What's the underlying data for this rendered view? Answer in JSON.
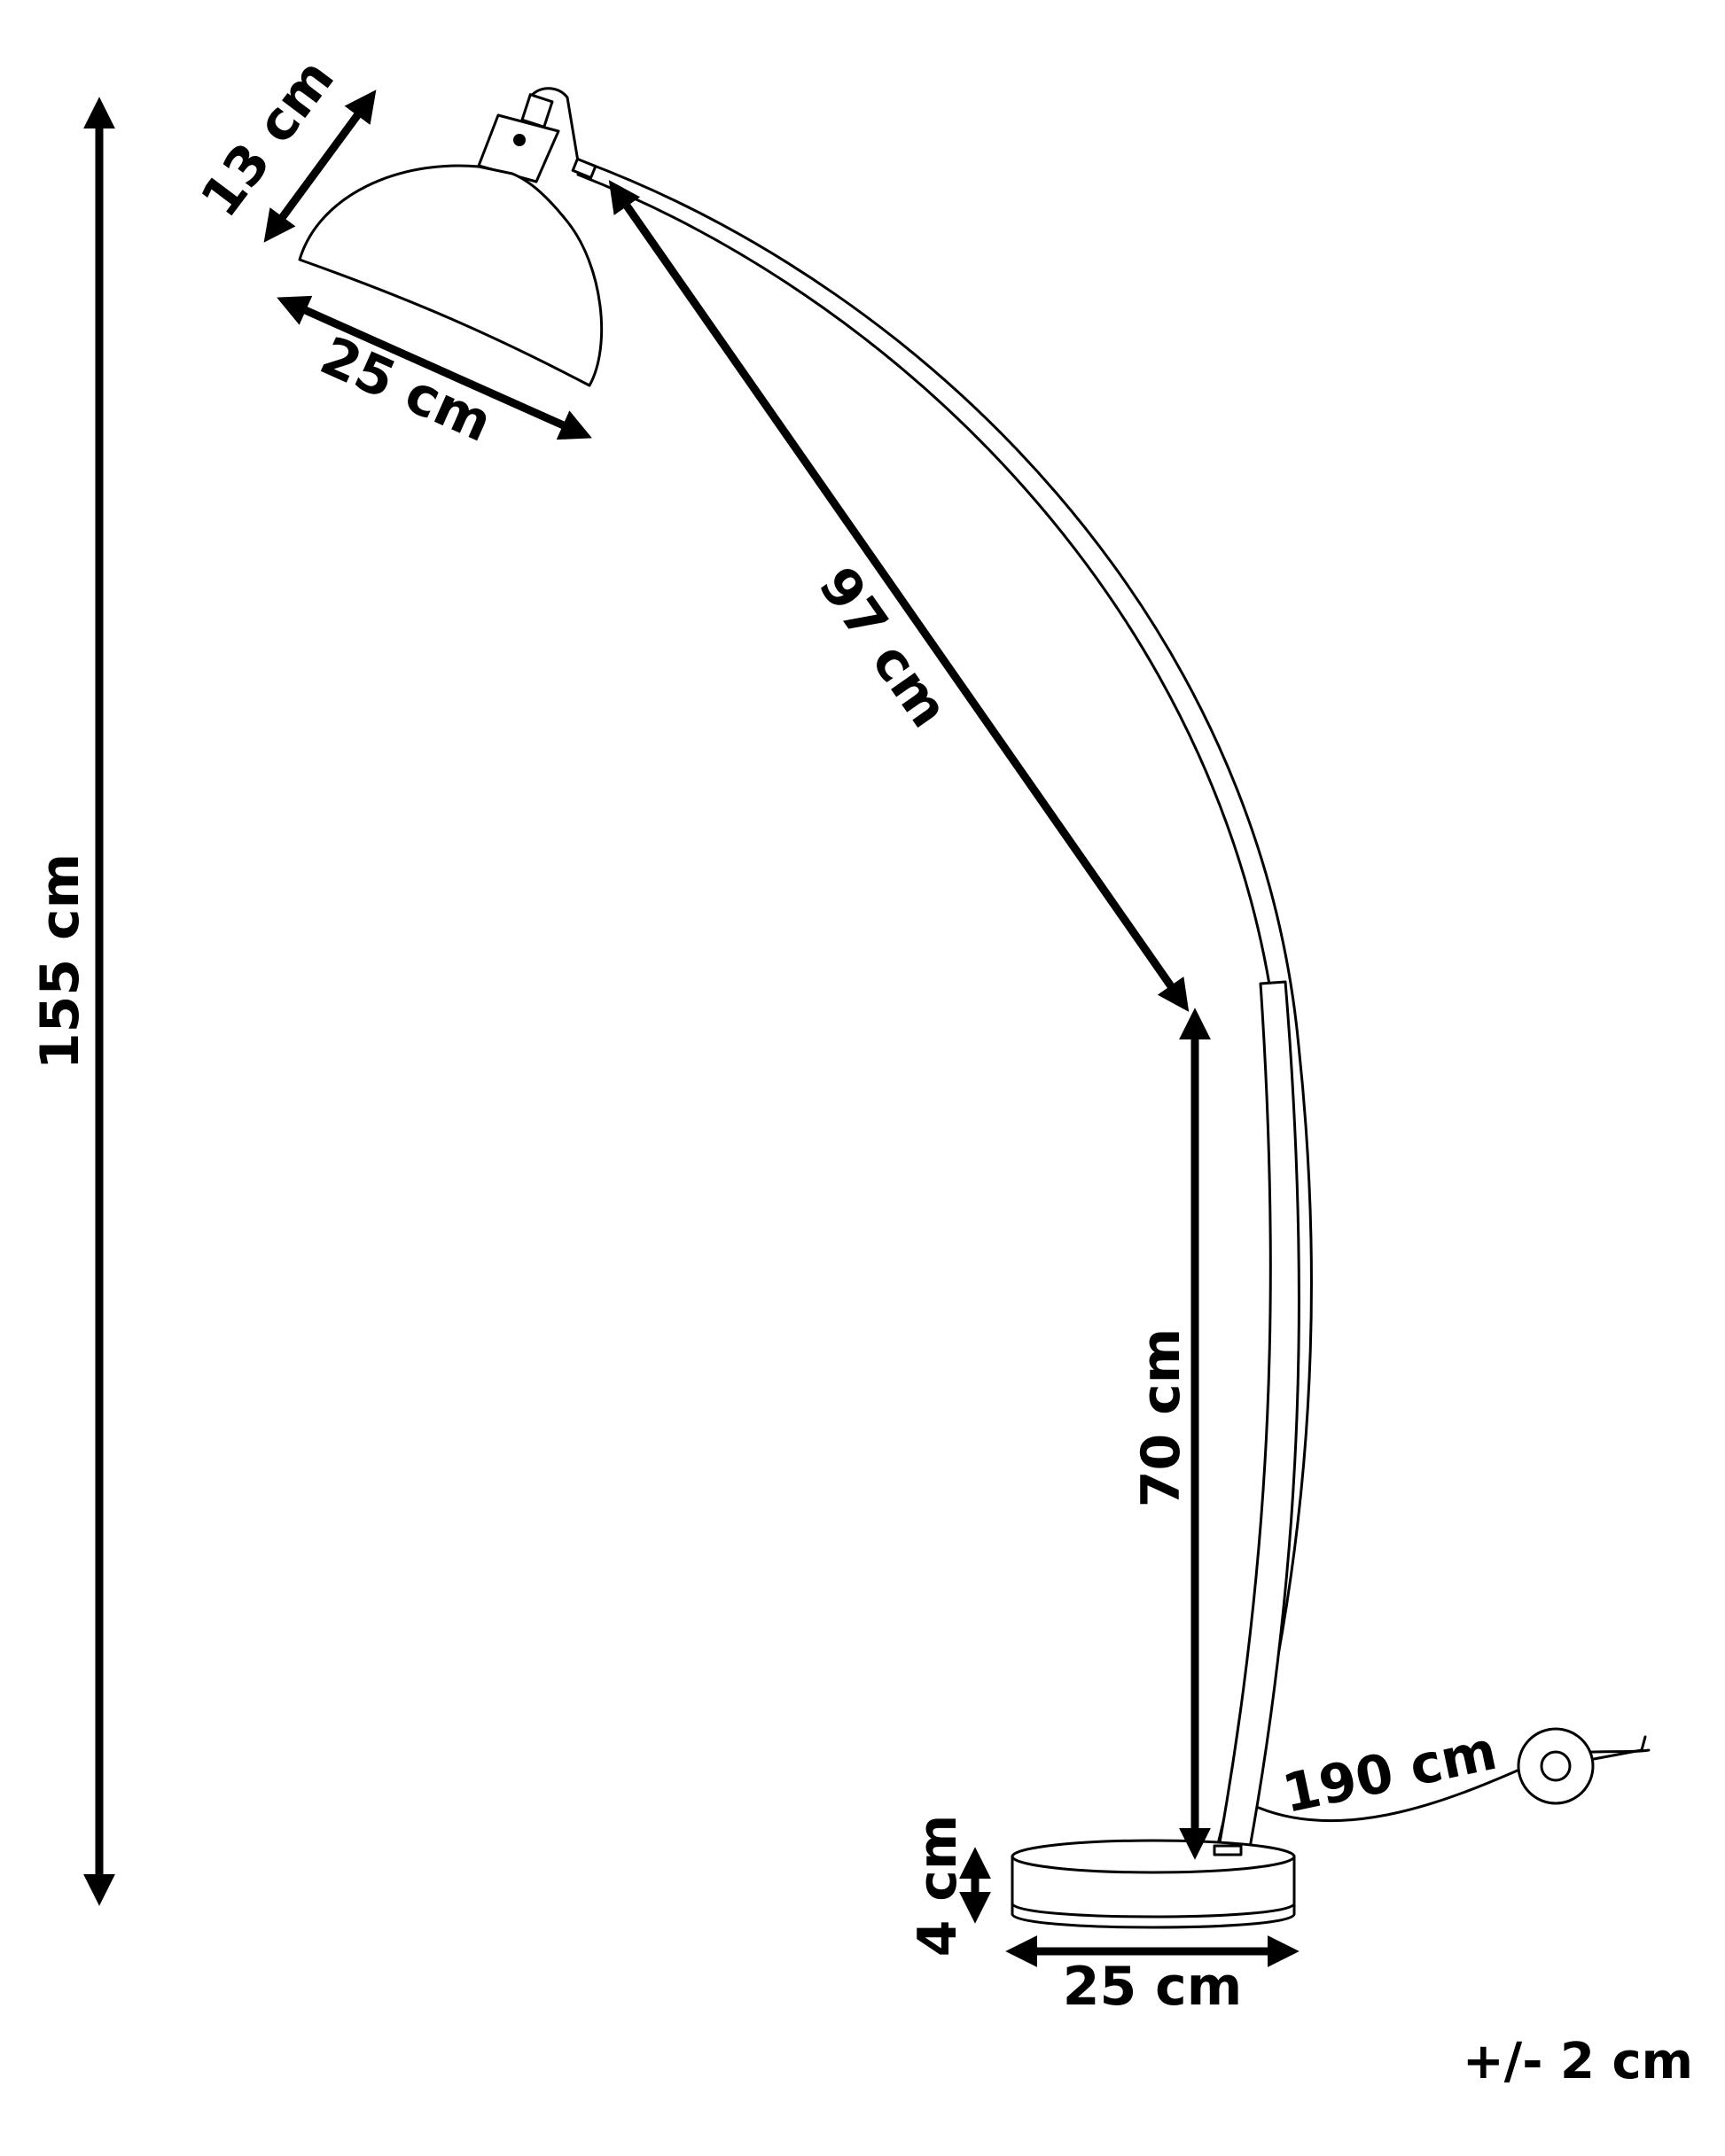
{
  "dimensions": {
    "total_height": "155 cm",
    "shade_height": "13 cm",
    "shade_diameter": "25 cm",
    "arm_length": "97 cm",
    "lower_height": "70 cm",
    "cable_length": "190 cm",
    "base_height": "4 cm",
    "base_diameter": "25 cm"
  },
  "tolerance": "+/- 2 cm",
  "colors": {
    "ink": "#000000",
    "paper": "#ffffff"
  }
}
